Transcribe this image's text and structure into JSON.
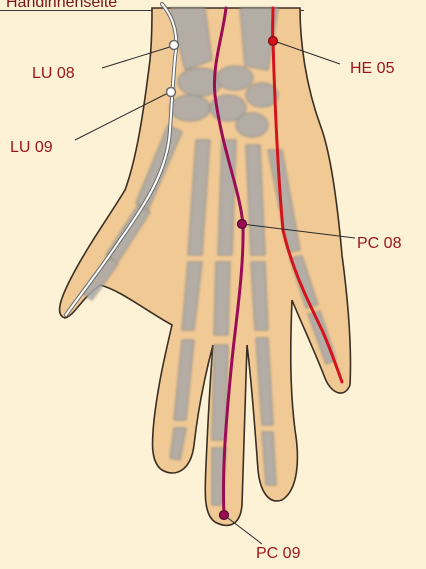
{
  "header": {
    "text": "Handinnenseite"
  },
  "points": [
    {
      "id": "lu08",
      "label": "LU 08",
      "meridian": "lung"
    },
    {
      "id": "lu09",
      "label": "LU 09",
      "meridian": "lung"
    },
    {
      "id": "he05",
      "label": "HE 05",
      "meridian": "heart"
    },
    {
      "id": "pc08",
      "label": "PC 08",
      "meridian": "pericardium"
    },
    {
      "id": "pc09",
      "label": "PC 09",
      "meridian": "pericardium"
    }
  ],
  "colors": {
    "background": "#fdf2d6",
    "label_text": "#9b1419",
    "lung_meridian": "#ffffff",
    "heart_meridian": "#d4141c",
    "pericardium_meridian": "#9a0d55",
    "skin": "#f0c995",
    "bone": "#a8a8a8"
  }
}
